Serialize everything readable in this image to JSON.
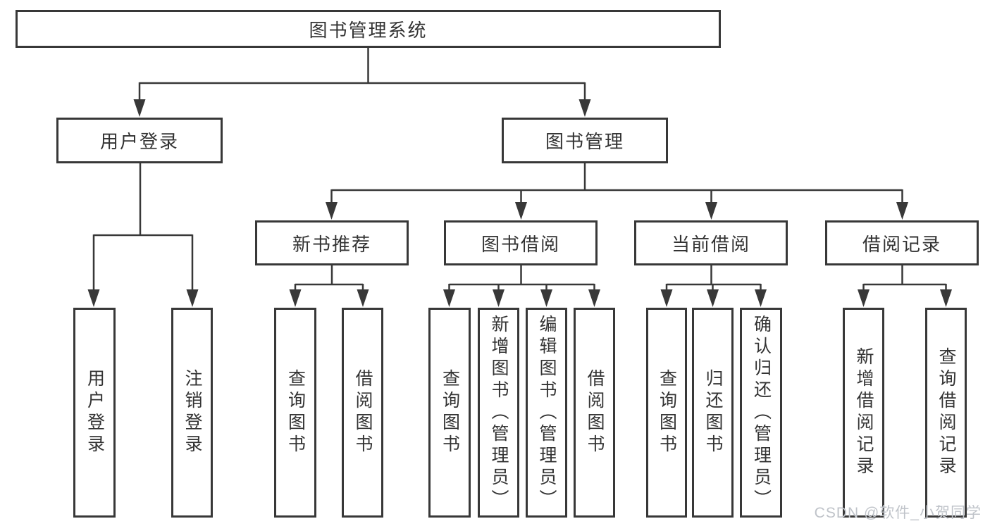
{
  "diagram_title": "图书管理系统",
  "nodes": {
    "root": {
      "label": "图书管理系统"
    },
    "user_login_branch": {
      "label": "用户登录"
    },
    "book_management": {
      "label": "图书管理"
    },
    "user_login": {
      "label": "用户登录"
    },
    "logout": {
      "label": "注销登录"
    },
    "new_book_recommend": {
      "label": "新书推荐"
    },
    "book_borrowing": {
      "label": "图书借阅"
    },
    "current_borrowing": {
      "label": "当前借阅"
    },
    "borrowing_records": {
      "label": "借阅记录"
    },
    "recommend_query_books": {
      "label": "查询图书"
    },
    "recommend_borrow_books": {
      "label": "借阅图书"
    },
    "borrowing_query_books": {
      "label": "查询图书"
    },
    "borrowing_add_books": {
      "label": "新增图书（管理员）"
    },
    "borrowing_edit_books": {
      "label": "编辑图书（管理员）"
    },
    "borrowing_borrow_books": {
      "label": "借阅图书"
    },
    "current_query_books": {
      "label": "查询图书"
    },
    "current_return_books": {
      "label": "归还图书"
    },
    "current_confirm_return": {
      "label": "确认归还（管理员）"
    },
    "records_add_record": {
      "label": "新增借阅记录"
    },
    "records_query_record": {
      "label": "查询借阅记录"
    }
  },
  "hierarchy": {
    "图书管理系统": {
      "用户登录": [
        "用户登录",
        "注销登录"
      ],
      "图书管理": {
        "新书推荐": [
          "查询图书",
          "借阅图书"
        ],
        "图书借阅": [
          "查询图书",
          "新增图书（管理员）",
          "编辑图书（管理员）",
          "借阅图书"
        ],
        "当前借阅": [
          "查询图书",
          "归还图书",
          "确认归还（管理员）"
        ],
        "借阅记录": [
          "新增借阅记录",
          "查询借阅记录"
        ]
      }
    }
  },
  "watermark": "CSDN @软件_小贺同学",
  "colors": {
    "line": "#383838",
    "text": "#333333",
    "box_background": "#ffffff",
    "watermark": "#bfc3c9"
  }
}
